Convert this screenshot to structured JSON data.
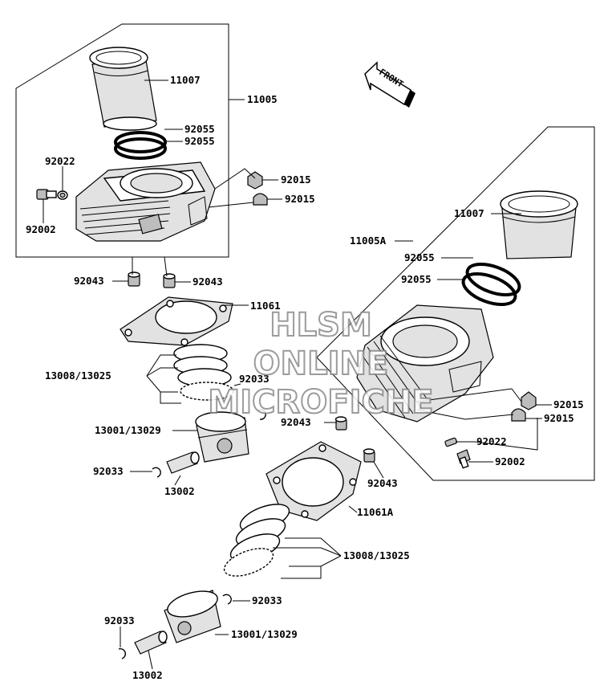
{
  "labels": {
    "l11007a": "11007",
    "l11005": "11005",
    "l92055a": "92055",
    "l92055b": "92055",
    "l92022a": "92022",
    "l92002a": "92002",
    "l92015a": "92015",
    "l92015b": "92015",
    "l92043a": "92043",
    "l92043b": "92043",
    "l11061": "11061",
    "l13008a": "13008/13025",
    "l92033a": "92033",
    "l13001a": "13001/13029",
    "l92033b": "92033",
    "l13002a": "13002",
    "l11007b": "11007",
    "l11005a": "11005A",
    "l92055c": "92055",
    "l92055d": "92055",
    "l92015c": "92015",
    "l92015d": "92015",
    "l92043c": "92043",
    "l92022b": "92022",
    "l92002b": "92002",
    "l92043d": "92043",
    "l11061a": "11061A",
    "l13008b": "13008/13025",
    "l92033c": "92033",
    "l92033d": "92033",
    "l13001b": "13001/13029",
    "l13002b": "13002"
  },
  "front_arrow": {
    "text": "FRONT"
  },
  "watermark": {
    "line1": "HLSM",
    "line2": "ONLINE",
    "line3": "MICROFICHE"
  }
}
